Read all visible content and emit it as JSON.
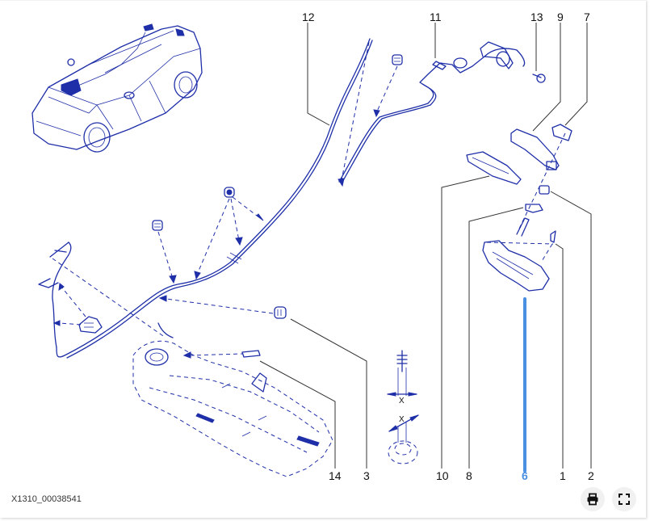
{
  "diagram": {
    "reference_code": "X1310_00038541",
    "accent_color": "#4a90e2",
    "line_color": "#1f2fa8",
    "highlighted_callout": "6",
    "callouts": [
      {
        "id": "12",
        "label": "12"
      },
      {
        "id": "11",
        "label": "11"
      },
      {
        "id": "13",
        "label": "13"
      },
      {
        "id": "9",
        "label": "9"
      },
      {
        "id": "7",
        "label": "7"
      },
      {
        "id": "14",
        "label": "14"
      },
      {
        "id": "3",
        "label": "3"
      },
      {
        "id": "10",
        "label": "10"
      },
      {
        "id": "8",
        "label": "8"
      },
      {
        "id": "6",
        "label": "6"
      },
      {
        "id": "1",
        "label": "1"
      },
      {
        "id": "2",
        "label": "2"
      }
    ],
    "dimension_label": "X"
  },
  "toolbar": {
    "print_icon": "printer-icon",
    "fullscreen_icon": "fullscreen-icon"
  }
}
